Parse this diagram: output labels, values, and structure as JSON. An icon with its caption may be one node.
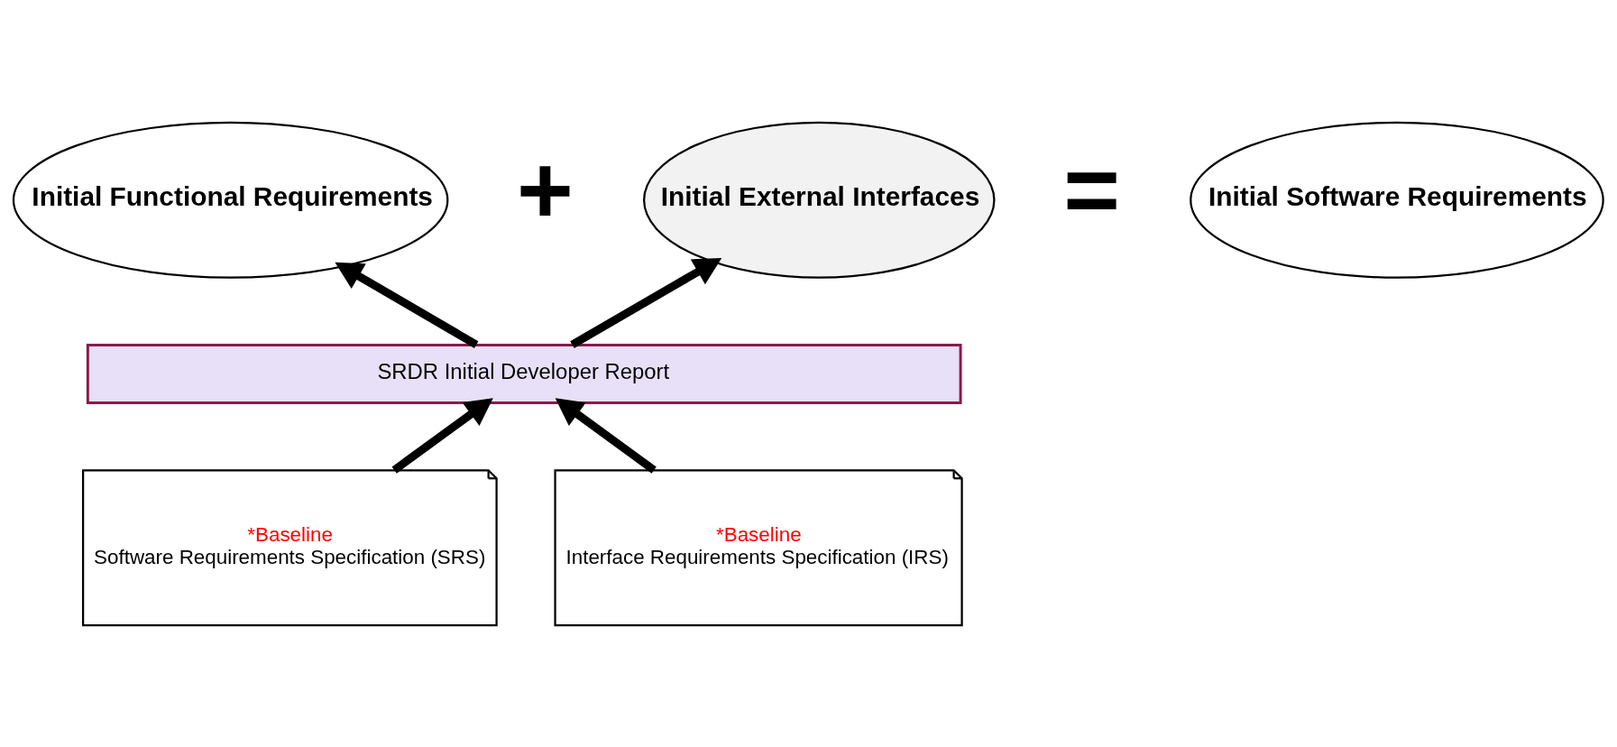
{
  "diagram": {
    "nodes": [
      {
        "text": [
          "Initial Functional Requirements"
        ]
      },
      {
        "text": [
          "Initial External Interfaces"
        ]
      },
      {
        "text": [
          "Initial Software Requirements"
        ]
      },
      {
        "text": [
          "SRDR Initial Developer Report"
        ]
      },
      {
        "text": [
          "*Baseline",
          "Software Requirements Specification (SRS)"
        ]
      },
      {
        "text": [
          "*Baseline",
          "Interface Requirements Specification (IRS)"
        ]
      }
    ],
    "edges": [
      {
        "from": 3,
        "to": 0,
        "arrow": "to"
      },
      {
        "from": 3,
        "to": 1,
        "arrow": "to"
      },
      {
        "from": 4,
        "to": 3,
        "arrow": "to"
      },
      {
        "from": 5,
        "to": 3,
        "arrow": "to"
      }
    ],
    "labels": [
      "+",
      "="
    ]
  }
}
